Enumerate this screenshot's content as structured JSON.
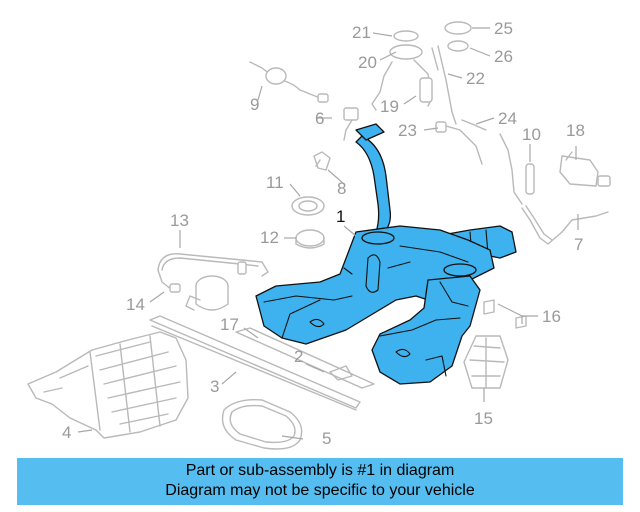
{
  "callouts": {
    "n1": "1",
    "n2": "2",
    "n3": "3",
    "n4": "4",
    "n5": "5",
    "n6": "6",
    "n7": "7",
    "n8": "8",
    "n9": "9",
    "n10": "10",
    "n11": "11",
    "n12": "12",
    "n13": "13",
    "n14": "14",
    "n15": "15",
    "n16": "16",
    "n17": "17",
    "n19": "19",
    "n20": "20",
    "n21": "21",
    "n22": "22",
    "n23": "23",
    "n24": "24",
    "n25": "25",
    "n26": "26",
    "n18": "18"
  },
  "colors": {
    "highlight": "#3db2ee",
    "banner": "#55bdf0",
    "linework": "#b9b9b9"
  },
  "banner": {
    "line1": "Part or sub-assembly is #1 in diagram",
    "line2": "Diagram may not be specific to your vehicle"
  }
}
